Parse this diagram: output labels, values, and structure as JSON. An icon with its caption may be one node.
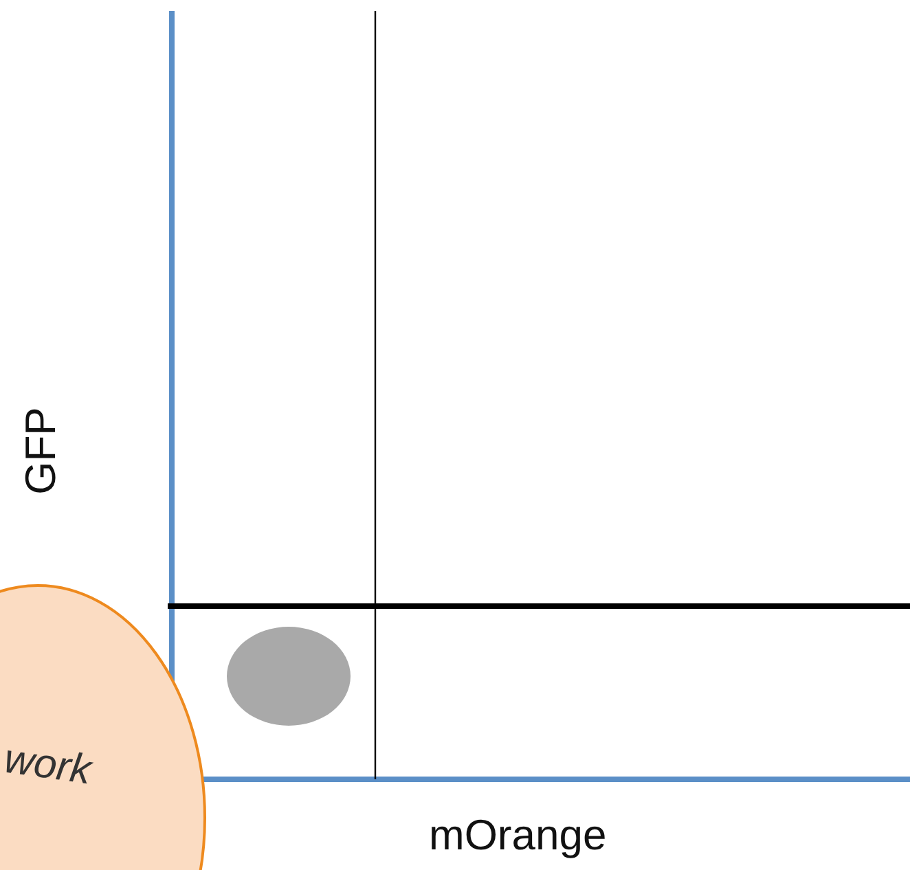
{
  "diagram": {
    "nodes": [
      {
        "text": [
          "work"
        ]
      },
      {
        "text": [],
        "shape": "circle"
      }
    ],
    "labels": [
      "GFP",
      "mOrange"
    ]
  }
}
